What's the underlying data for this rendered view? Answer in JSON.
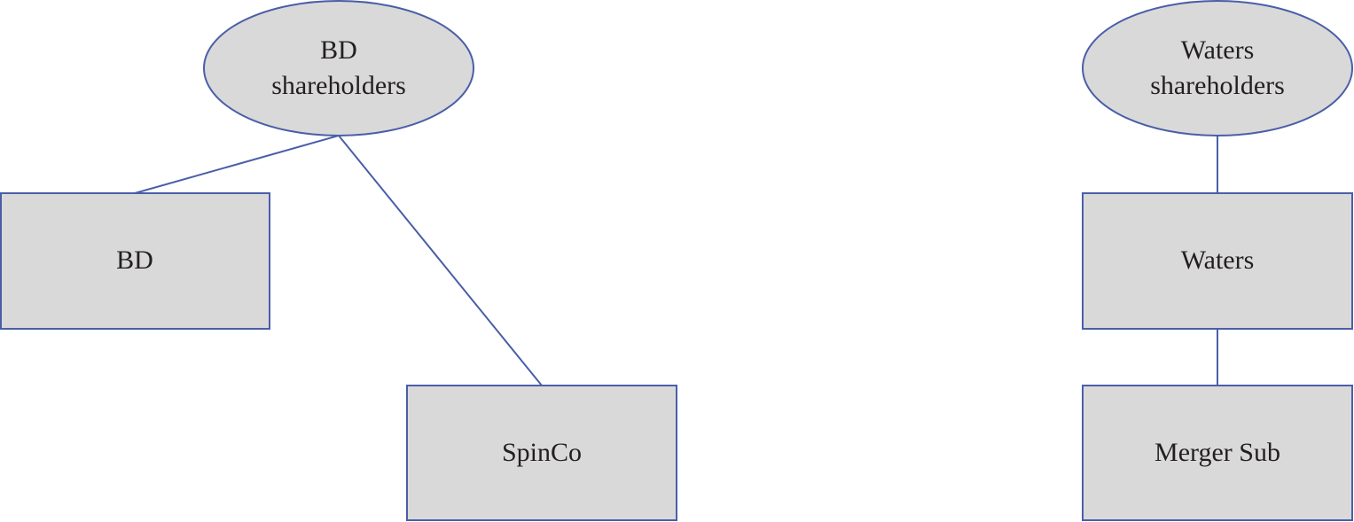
{
  "diagram": {
    "nodes": {
      "bd_shareholders": {
        "lines": [
          "BD",
          "shareholders"
        ]
      },
      "bd": {
        "label": "BD"
      },
      "spinco": {
        "label": "SpinCo"
      },
      "waters_shareholders": {
        "lines": [
          "Waters",
          "shareholders"
        ]
      },
      "waters": {
        "label": "Waters"
      },
      "merger_sub": {
        "label": "Merger Sub"
      }
    },
    "edges": [
      {
        "from": "bd_shareholders",
        "to": "bd"
      },
      {
        "from": "bd_shareholders",
        "to": "spinco"
      },
      {
        "from": "waters_shareholders",
        "to": "waters"
      },
      {
        "from": "waters",
        "to": "merger_sub"
      }
    ],
    "colors": {
      "node_fill": "#d9d9d9",
      "stroke": "#4a5ea8",
      "text": "#231f20"
    }
  }
}
